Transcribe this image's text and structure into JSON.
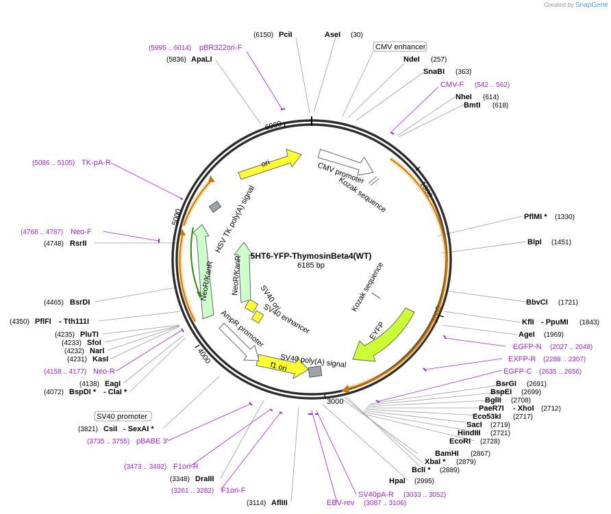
{
  "map": {
    "title": "5HT6-YFP-ThymosinBeta4(WT)",
    "length": "6185 bp",
    "total_bp": 6185
  },
  "watermark": {
    "prefix": "Created by",
    "brand": "SnapGene"
  },
  "ticks": [
    "1000",
    "2000",
    "3000",
    "4000",
    "5000",
    "6000"
  ],
  "features": [
    {
      "id": "cmv-promoter",
      "name": "CMV promoter",
      "color": "#ffffff"
    },
    {
      "id": "kozak-1",
      "name": "Kozak sequence",
      "color": "#ffffff"
    },
    {
      "id": "orf-outer-top",
      "name": "",
      "color": "#f5a623"
    },
    {
      "id": "orf-outer-bottom",
      "name": "",
      "color": "#f5a623"
    },
    {
      "id": "eyfp",
      "name": "EYFP",
      "color": "#ccff33"
    },
    {
      "id": "kozak-2",
      "name": "Kozak sequence",
      "color": "#ffffff"
    },
    {
      "id": "sv40-polya",
      "name": "SV40 poly(A) signal",
      "color": "#9ca3ad"
    },
    {
      "id": "f1-ori",
      "name": "f1 ori",
      "color": "#ffff33"
    },
    {
      "id": "ampr-promoter",
      "name": "AmpR promoter",
      "color": "#ffffff"
    },
    {
      "id": "sv40-enhancer",
      "name": "SV40 enhancer",
      "color": "#ffff33"
    },
    {
      "id": "sv40-ori",
      "name": "SV40 ori",
      "color": "#ffff33"
    },
    {
      "id": "neor-kanr-inner",
      "name": "NeoR/KanR",
      "color": "#ccffcc"
    },
    {
      "id": "neor-kanr-outer",
      "name": "NeoR/KanR",
      "color": "#ccffcc"
    },
    {
      "id": "hsv-tk-polya",
      "name": "HSV TK poly(A) signal",
      "color": "#9ca3ad"
    },
    {
      "id": "ori",
      "name": "ori",
      "color": "#ffff33"
    }
  ],
  "labels": {
    "CMV enhancer": "CMV enhancer",
    "SV40 promoter": "SV40 promoter",
    "PciI": "PciI",
    "PciI_pos": "(6150)",
    "AseI": "AseI",
    "AseI_pos": "(30)",
    "pBR322ori-F": "pBR322ori-F",
    "pBR322ori-F_pos": "(5995 .. 6014)",
    "ApaLI": "ApaLI",
    "ApaLI_pos": "(5836)",
    "NdeI": "NdeI",
    "NdeI_pos": "(257)",
    "SnaBI": "SnaBI",
    "SnaBI_pos": "(363)",
    "CMV-F": "CMV-F",
    "CMV-F_pos": "(542 .. 562)",
    "NheI": "NheI",
    "NheI_pos": "(614)",
    "BmtI": "BmtI",
    "BmtI_pos": "(618)",
    "TK-pA-R": "TK-pA-R",
    "TK-pA-R_pos": "(5086 .. 5105)",
    "PflMI": "PflMI *",
    "PflMI_pos": "(1330)",
    "Neo-F": "Neo-F",
    "Neo-F_pos": "(4768 .. 4787)",
    "RsrII": "RsrII",
    "RsrII_pos": "(4748)",
    "BlpI": "BlpI",
    "BlpI_pos": "(1451)",
    "BsrDI": "BsrDI",
    "BsrDI_pos": "(4465)",
    "BbvCI": "BbvCI",
    "BbvCI_pos": "(1721)",
    "PflFI": "PflFI",
    "PflFI_pos": "(4350)",
    "Tth111I": "- Tth111I",
    "KflI": "KflI",
    "KflI_pos": "(1843)",
    "PpuMI": "- PpuMI",
    "PluTI": "PluTI",
    "PluTI_pos": "(4235)",
    "SfoI": "SfoI",
    "SfoI_pos": "(4233)",
    "NarI": "NarI",
    "NarI_pos": "(4232)",
    "KasI": "KasI",
    "KasI_pos": "(4231)",
    "AgeI": "AgeI",
    "AgeI_pos": "(1969)",
    "EGFP-N": "EGFP-N",
    "EGFP-N_pos": "(2027 .. 2048)",
    "EXFP-R": "EXFP-R",
    "EXFP-R_pos": "(2288 .. 2307)",
    "Neo-R": "Neo-R",
    "Neo-R_pos": "(4158 .. 4177)",
    "EGFP-C": "EGFP-C",
    "EGFP-C_pos": "(2635 .. 2656)",
    "EagI": "EagI",
    "EagI_pos": "(4138)",
    "BspDI": "BspDI *",
    "BspDI_pos": "(4072)",
    "ClaI": "- ClaI *",
    "BsrGI": "BsrGI",
    "BsrGI_pos": "(2691)",
    "BspEI": "BspEI",
    "BspEI_pos": "(2699)",
    "BglII": "BglII",
    "BglII_pos": "(2708)",
    "PaeR7I": "PaeR7I",
    "PaeR7I_pos": "(2712)",
    "XhoI": "- XhoI",
    "Eco53kI": "Eco53kI",
    "Eco53kI_pos": "(2717)",
    "SacI": "SacI",
    "SacI_pos": "(2719)",
    "HindIII": "HindIII",
    "HindIII_pos": "(2721)",
    "EcoRI": "EcoRI",
    "EcoRI_pos": "(2728)",
    "CsiI": "CsiI",
    "CsiI_pos": "(3821)",
    "SexAI": "- SexAI *",
    "pBABE3": "pBABE 3'",
    "pBABE3_pos": "(3735 .. 3755)",
    "BamHI": "BamHI",
    "BamHI_pos": "(2867)",
    "XbaI": "XbaI *",
    "XbaI_pos": "(2879)",
    "BclI": "BclI *",
    "BclI_pos": "(2889)",
    "F1ori-R": "F1ori-R",
    "F1ori-R_pos": "(3473 .. 3492)",
    "DraIII": "DraIII",
    "DraIII_pos": "(3348)",
    "HpaI": "HpaI",
    "HpaI_pos": "(2995)",
    "F1ori-F": "F1ori-F",
    "F1ori-F_pos": "(3261 .. 3282)",
    "SV40pA-R": "SV40pA-R",
    "SV40pA-R_pos": "(3033 .. 3052)",
    "AflIII": "AflIII",
    "AflIII_pos": "(3114)",
    "EBV-rev": "EBV-rev",
    "EBV-rev_pos": "(3087 .. 3106)"
  }
}
